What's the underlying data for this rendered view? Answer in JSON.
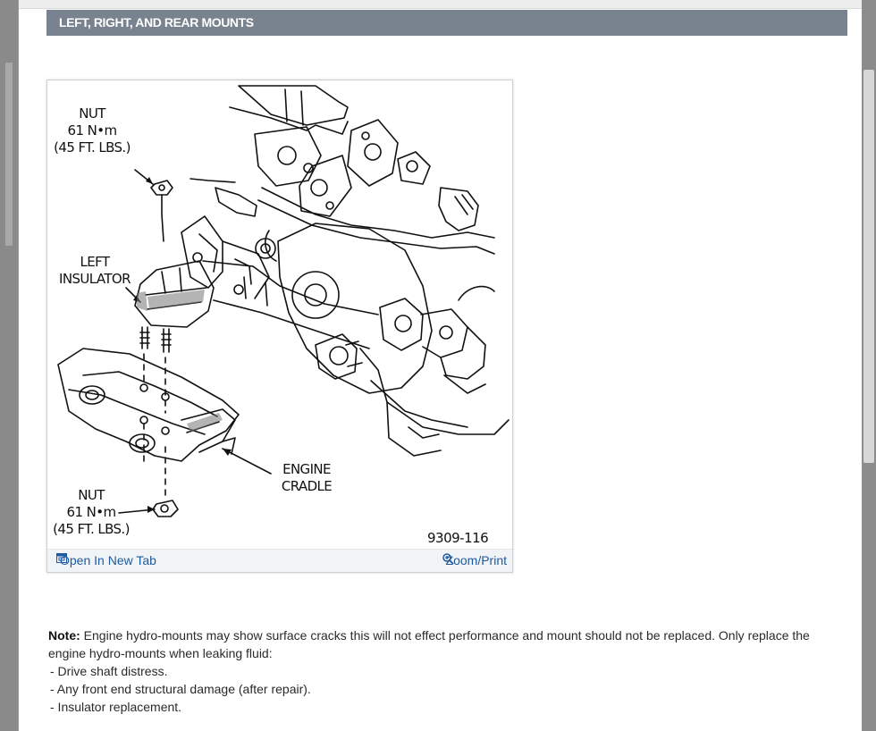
{
  "section": {
    "title": "LEFT, RIGHT, AND REAR MOUNTS"
  },
  "figure": {
    "labels": {
      "nut_top": [
        "NUT",
        "61 N•m",
        "(45 FT. LBS.)"
      ],
      "left_insulator": [
        "LEFT",
        "INSULATOR"
      ],
      "engine_cradle": [
        "ENGINE",
        "CRADLE"
      ],
      "nut_bottom": [
        "NUT",
        "61 N•m",
        "(45 FT. LBS.)"
      ]
    },
    "code": "9309-116",
    "toolbar": {
      "open_tab_label": "Open In New Tab",
      "zoom_label": "Zoom/Print",
      "open_tab_icon": "open-new-tab-icon",
      "zoom_icon": "magnifier-icon"
    }
  },
  "note": {
    "label": "Note:",
    "text": "Engine hydro-mounts may show surface cracks this will not effect performance and mount should not be replaced. Only replace the engine hydro-mounts when leaking fluid:",
    "items": [
      "-  Drive shaft distress.",
      "-  Any front end structural damage (after repair).",
      "-  Insulator replacement."
    ]
  },
  "colors": {
    "header_bg": "#78838f",
    "link": "#1f5aa0",
    "toolbar_bg": "#f1f4f7"
  }
}
